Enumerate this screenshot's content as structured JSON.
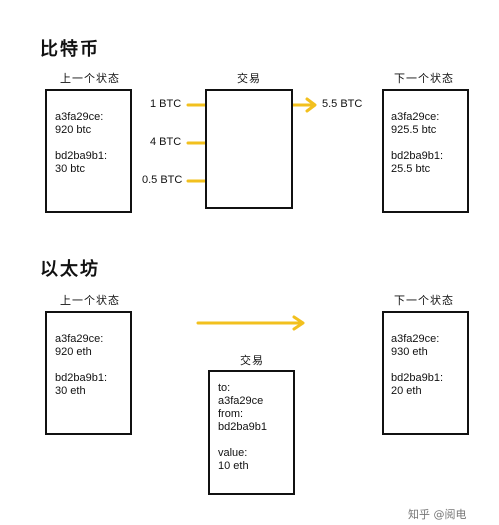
{
  "bitcoin": {
    "title": "比特币",
    "prev_label": "上一个状态",
    "tx_label": "交易",
    "next_label": "下一个状态",
    "prev_state": [
      {
        "addr": "a3fa29ce:",
        "value": "920 btc"
      },
      {
        "addr": "bd2ba9b1:",
        "value": "30 btc"
      }
    ],
    "inputs": [
      "1 BTC",
      "4 BTC",
      "0.5 BTC"
    ],
    "output": "5.5 BTC",
    "next_state": [
      {
        "addr": "a3fa29ce:",
        "value": "925.5 btc"
      },
      {
        "addr": "bd2ba9b1:",
        "value": "25.5 btc"
      }
    ]
  },
  "ethereum": {
    "title": "以太坊",
    "prev_label": "上一个状态",
    "tx_label": "交易",
    "next_label": "下一个状态",
    "prev_state": [
      {
        "addr": "a3fa29ce:",
        "value": "920 eth"
      },
      {
        "addr": "bd2ba9b1:",
        "value": "30 eth"
      }
    ],
    "tx": {
      "to_label": "to:",
      "to": "a3fa29ce",
      "from_label": "from:",
      "from": "bd2ba9b1",
      "value_label": "value:",
      "value": "10 eth"
    },
    "next_state": [
      {
        "addr": "a3fa29ce:",
        "value": "930 eth"
      },
      {
        "addr": "bd2ba9b1:",
        "value": "20 eth"
      }
    ]
  },
  "watermark": "知乎 @阅电",
  "colors": {
    "arrow": "#f2c01e",
    "border": "#111111"
  }
}
